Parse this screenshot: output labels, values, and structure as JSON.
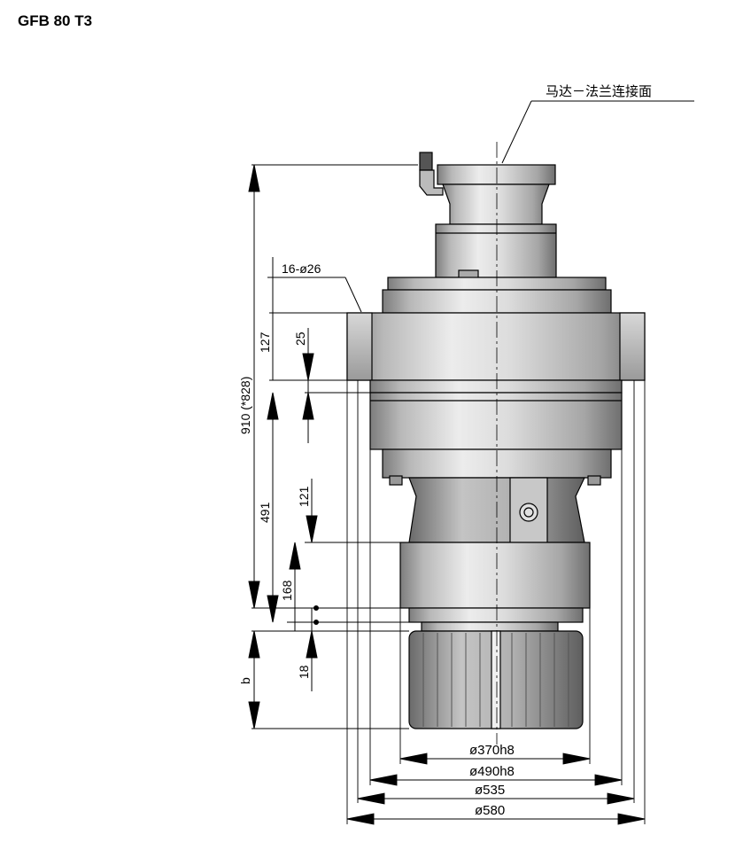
{
  "title": "GFB  80 T3",
  "labels": {
    "motor_flange": "马达－法兰连接面",
    "bolt_holes": "16-ø26",
    "dim_127": "127",
    "dim_25": "25",
    "dim_910": "910 (*828)",
    "dim_491": "491",
    "dim_121": "121",
    "dim_168": "168",
    "dim_18": "18",
    "dim_b": "b",
    "dia_370": "ø370h8",
    "dia_490": "ø490h8",
    "dia_535": "ø535",
    "dia_580": "ø580"
  }
}
